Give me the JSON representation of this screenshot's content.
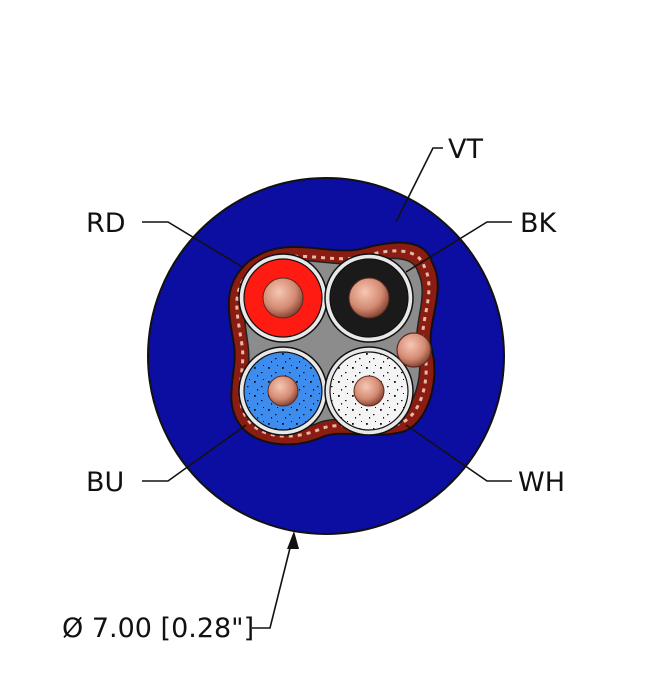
{
  "labels": {
    "jacket": "VT",
    "conductor_red": "RD",
    "conductor_black": "BK",
    "conductor_blue": "BU",
    "conductor_white": "WH",
    "diameter": "Ø 7.00 [0.28\"]"
  },
  "colors": {
    "jacket": "#0b0ea0",
    "red": "#ff1a12",
    "black": "#1a1a1a",
    "blue": "#3d8df0",
    "white": "#f4f4f4",
    "copper": "#d9937c",
    "shield_braid": "#8a1c12",
    "filler": "#9a9a9a"
  }
}
